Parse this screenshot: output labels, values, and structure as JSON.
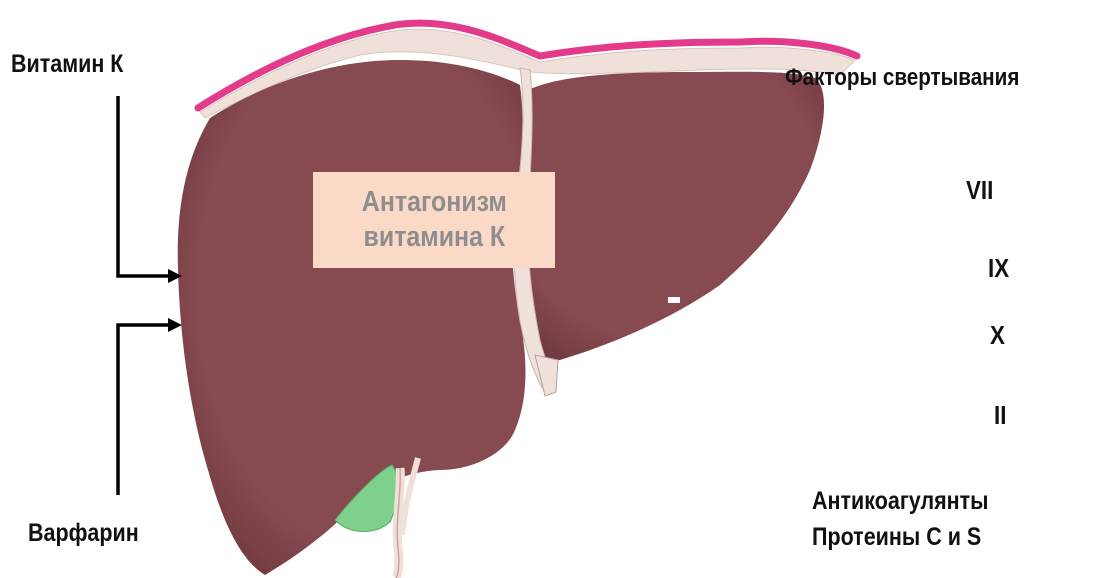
{
  "labels": {
    "vitamin_k": "Витамин К",
    "warfarin": "Варфарин",
    "antagonism_line1": "Антагонизм",
    "antagonism_line2": "витамина К",
    "coag_factors_title": "Факторы свертывания",
    "factors": [
      "VII",
      "IX",
      "X",
      "II"
    ],
    "anticoag_line1": "Антикоагулянты",
    "anticoag_line2": "Протеины C и S"
  },
  "colors": {
    "liver": "#874a50",
    "capsule_top": "#e33a8a",
    "peritoneum": "#efe1d9",
    "gallbladder": "#7ed08a",
    "antagonism_box": "#fbd9c7"
  }
}
